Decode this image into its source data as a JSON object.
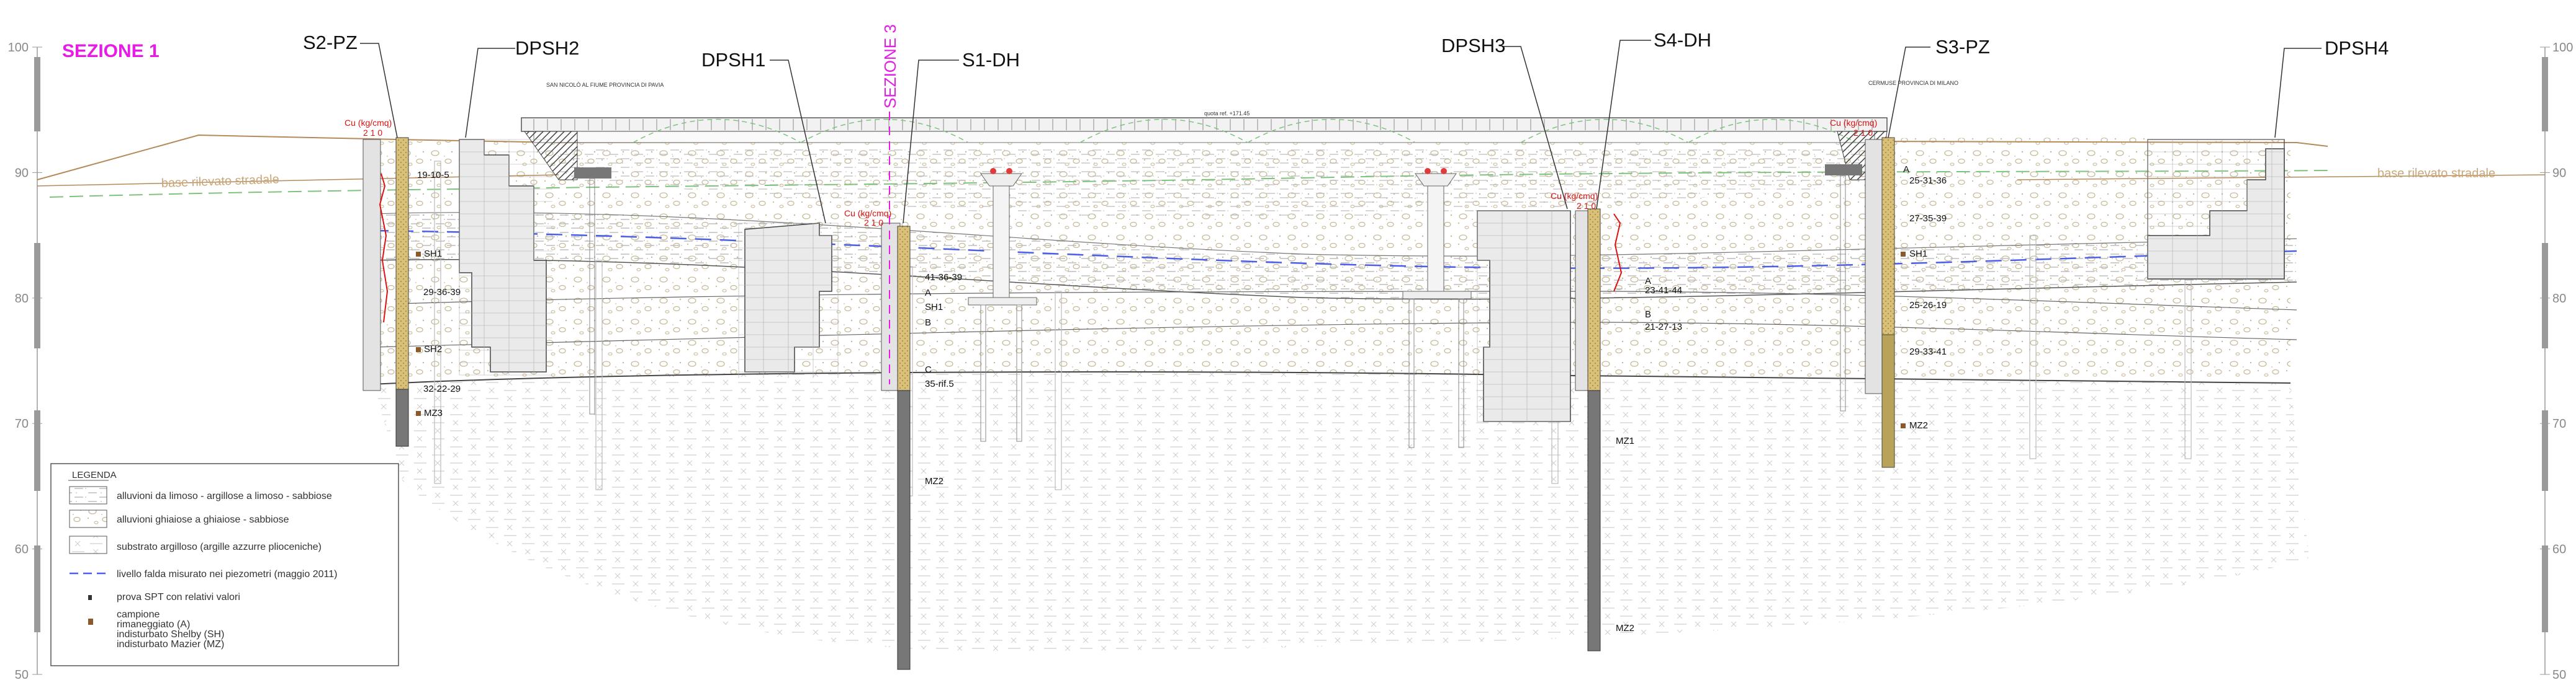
{
  "section_title": "SEZIONE 1",
  "section_3_label": "SEZIONE 3",
  "elevation_scale": {
    "labels": [
      "100",
      "90",
      "80",
      "70",
      "60",
      "50"
    ],
    "min": 50,
    "max": 100
  },
  "boreholes": {
    "s2pz": {
      "name": "S2-PZ",
      "spt": [
        "19-10-5",
        "29-36-39",
        "32-22-29"
      ],
      "samples": [
        "SH1",
        "SH2",
        "MZ3"
      ],
      "cu_label": "Cu (kg/cmq)",
      "cu_ticks": "2 1 0"
    },
    "s1dh": {
      "name": "S1-DH",
      "spt": [
        "41-36-39",
        "35-rif.5"
      ],
      "samples": [
        "A",
        "SH1",
        "B",
        "C",
        "MZ2"
      ],
      "cu_label": "Cu (kg/cmq)",
      "cu_ticks": "2 1 0"
    },
    "s4dh": {
      "name": "S4-DH",
      "spt": [
        "23-41-44",
        "21-27-13"
      ],
      "samples": [
        "A",
        "B",
        "MZ1",
        "MZ2"
      ],
      "cu_label": "Cu (kg/cmq)",
      "cu_ticks": "2 1 0"
    },
    "s3pz": {
      "name": "S3-PZ",
      "spt": [
        "25-31-36",
        "27-35-39",
        "25-26-19",
        "29-33-41"
      ],
      "samples": [
        "A",
        "SH1",
        "MZ2"
      ],
      "cu_label": "Cu (kg/cmq)",
      "cu_ticks": "2 1 0"
    }
  },
  "penetrometers": {
    "dpsh1": "DPSH1",
    "dpsh2": "DPSH2",
    "dpsh3": "DPSH3",
    "dpsh4": "DPSH4"
  },
  "road_labels": {
    "left": "base rilevato stradale",
    "right": "base rilevato stradale"
  },
  "bridge_labels": {
    "left_direction": "SAN NICOLÒ AL FIUME PROVINCIA DI PAVIA",
    "right_direction": "CERMUSE PROVINCIA DI MILANO",
    "center": "quota ref. +171.45"
  },
  "legend": {
    "title": "LEGENDA",
    "items": [
      "alluvioni da limoso - argillose a limoso - sabbiose",
      "alluvioni ghiaiose a ghiaiose - sabbiose",
      "substrato argilloso (argille azzurre plioceniche)",
      "livello falda misurato nei piezometri (maggio 2011)",
      "prova SPT con relativi valori",
      "campione rimaneggiato (A) indisturbato Shelby (SH) indisturbato Mazier (MZ)"
    ],
    "samples_lines": [
      "campione",
      "rimaneggiato (A)",
      "indisturbato Shelby (SH)",
      "indisturbato Mazier (MZ)"
    ]
  },
  "colors": {
    "section_title": "#e61ce6",
    "water_table": "#4a5ee8",
    "road": "#c9a77a",
    "cu": "#dd1111",
    "borehole_fill": "#c9a83a"
  }
}
